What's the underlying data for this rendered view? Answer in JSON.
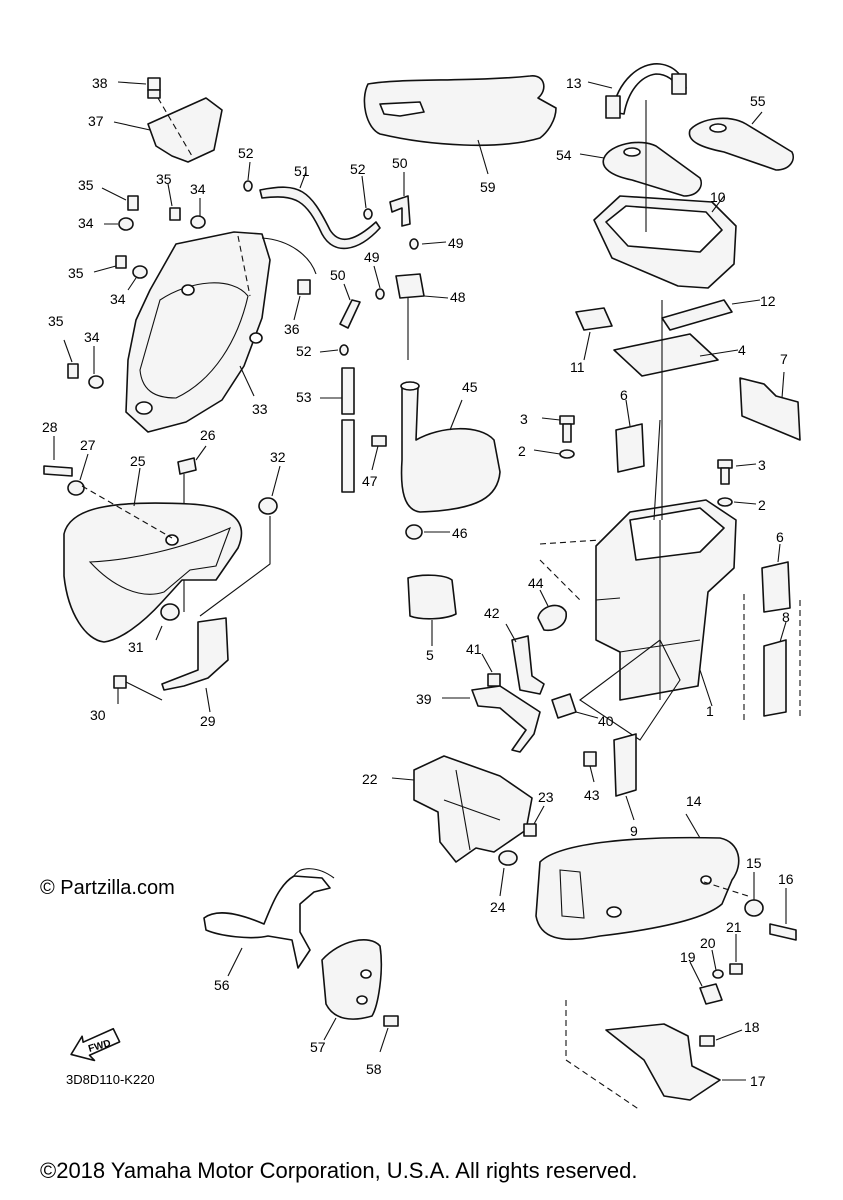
{
  "diagram": {
    "watermark": "© Partzilla.com",
    "drawing_code": "3D8D110-K220",
    "fwd_label": "FWD",
    "copyright": "©2018 Yamaha Motor Corporation, U.S.A. All rights reserved.",
    "callouts": [
      "1",
      "2",
      "3",
      "4",
      "5",
      "6",
      "7",
      "8",
      "9",
      "10",
      "11",
      "12",
      "13",
      "14",
      "15",
      "16",
      "17",
      "18",
      "19",
      "20",
      "21",
      "22",
      "23",
      "24",
      "25",
      "26",
      "27",
      "28",
      "29",
      "30",
      "31",
      "32",
      "33",
      "34",
      "35",
      "36",
      "37",
      "38",
      "39",
      "40",
      "41",
      "42",
      "43",
      "44",
      "45",
      "46",
      "47",
      "48",
      "49",
      "50",
      "51",
      "52",
      "53",
      "54",
      "55",
      "56",
      "57",
      "58",
      "59"
    ]
  }
}
